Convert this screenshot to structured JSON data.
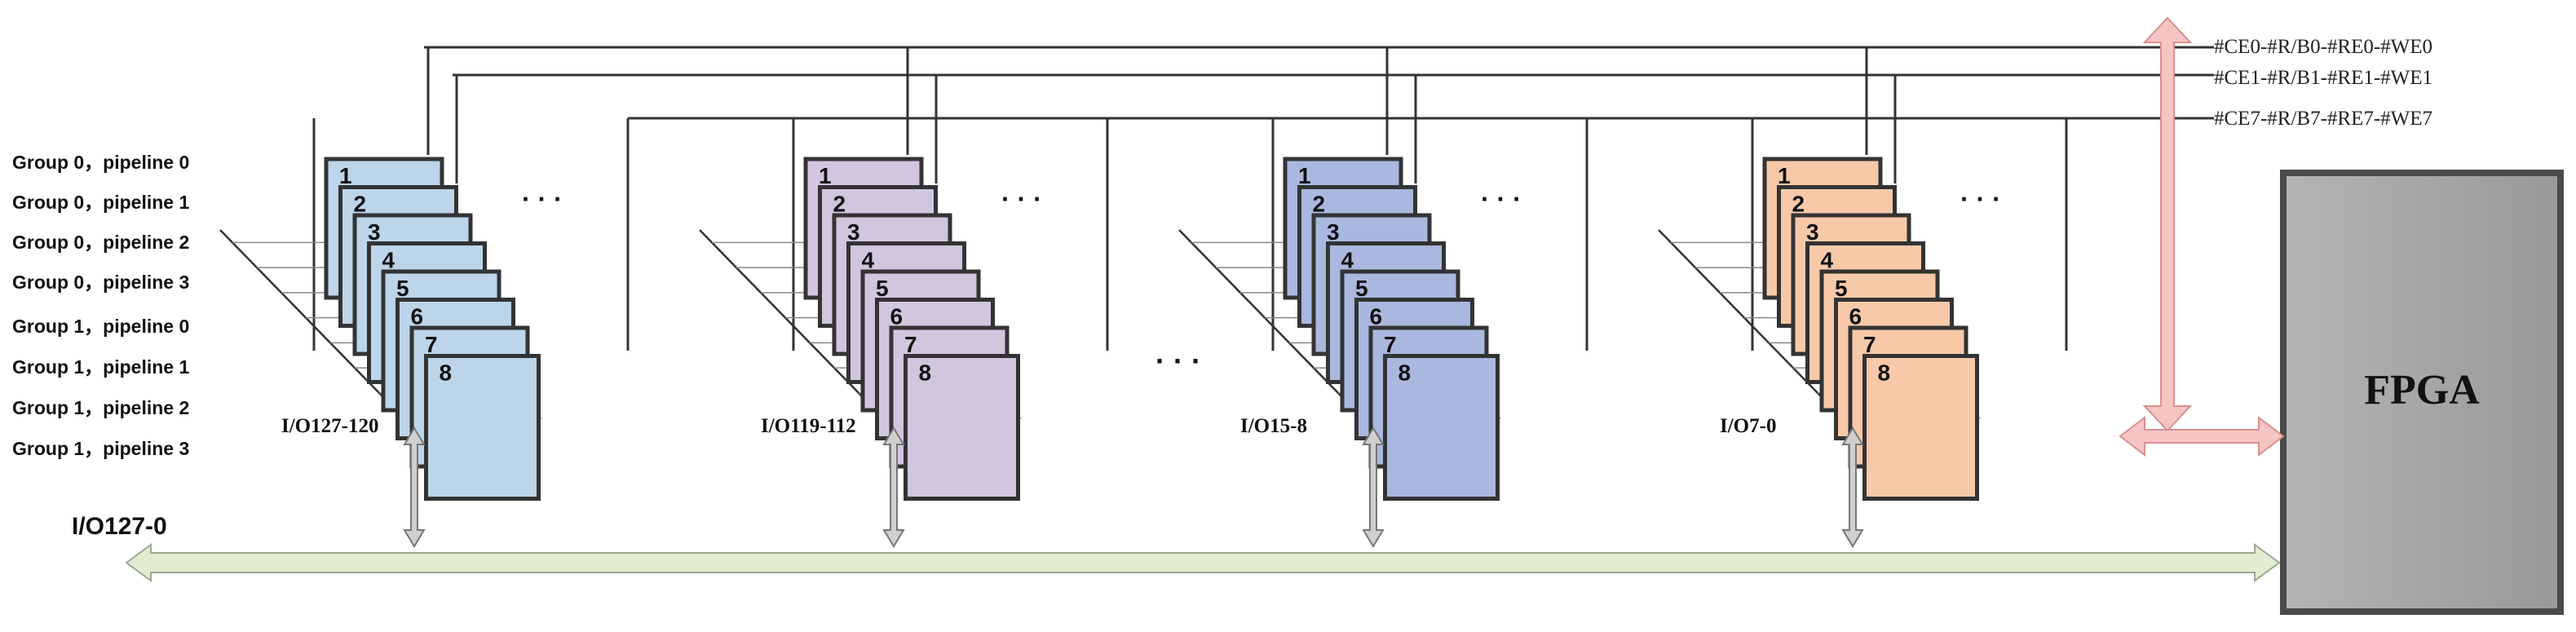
{
  "diagram": {
    "side_labels": [
      "Group 0，pipeline 0",
      "Group 0，pipeline 1",
      "Group 0，pipeline 2",
      "Group 0，pipeline 3",
      "Group 1，pipeline 0",
      "Group 1，pipeline 1",
      "Group 1，pipeline 2",
      "Group 1，pipeline 3"
    ],
    "chip_numbers": [
      "1",
      "2",
      "3",
      "4",
      "5",
      "6",
      "7",
      "8"
    ],
    "stacks": [
      {
        "io_label": "I/O127-120",
        "fill": "#bcd5ea"
      },
      {
        "io_label": "I/O119-112",
        "fill": "#d0c6de"
      },
      {
        "io_label": "I/O15-8",
        "fill": "#aab8df"
      },
      {
        "io_label": "I/O7-0",
        "fill": "#f7c9a8"
      }
    ],
    "stack_ellipsis": "· · ·",
    "between_ellipsis": "· · ·",
    "control_labels": [
      "#CE0-#R/B0-#RE0-#WE0",
      "#CE1-#R/B1-#RE1-#WE1",
      "#CE7-#R/B7-#RE7-#WE7"
    ],
    "bus_label": "I/O127-0",
    "fpga_label": "FPGA",
    "colors": {
      "bus_fill": "#e2ecd0",
      "bus_stroke": "#9aa890",
      "control_arrow_fill": "#f7c4c4",
      "control_arrow_stroke": "#d98f8f",
      "fpga_fill": "#a6a6a6",
      "fpga_stroke": "#4a4a4a",
      "wire": "#333333"
    }
  }
}
